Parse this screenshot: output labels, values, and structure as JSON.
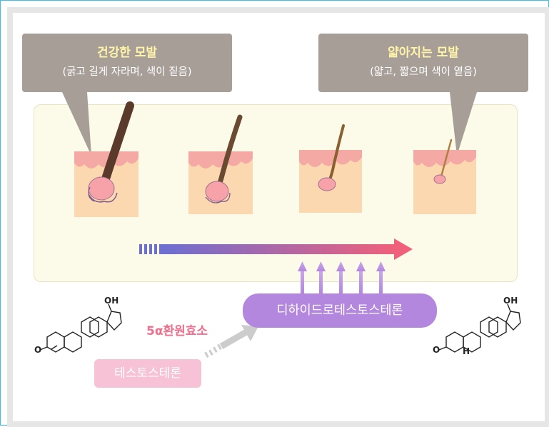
{
  "diagram": {
    "healthy_hair": {
      "title": "건강한 모발",
      "description": "(굵고 길게 자라며, 색이 짙음)"
    },
    "thinning_hair": {
      "title": "얇아지는 모발",
      "description": "(얇고, 짧으며 색이 옅음)"
    },
    "dht_label": "디하이드로테스토스테론",
    "testosterone_label": "테스토스테론",
    "enzyme_label": "5α환원효소",
    "molecule_left": {
      "oh_label": "OH",
      "o_label": "O"
    },
    "molecule_right": {
      "oh_label": "OH",
      "o_label": "O",
      "h_label": "H"
    },
    "colors": {
      "callout_bg": "#a79e98",
      "callout_title": "#fff4a8",
      "dht_pill": "#b387dd",
      "testosterone_pill": "#f7c1d6",
      "enzyme_text": "#ef6f8c",
      "arrow_start": "#6b6fd3",
      "arrow_end": "#f0607a"
    }
  }
}
